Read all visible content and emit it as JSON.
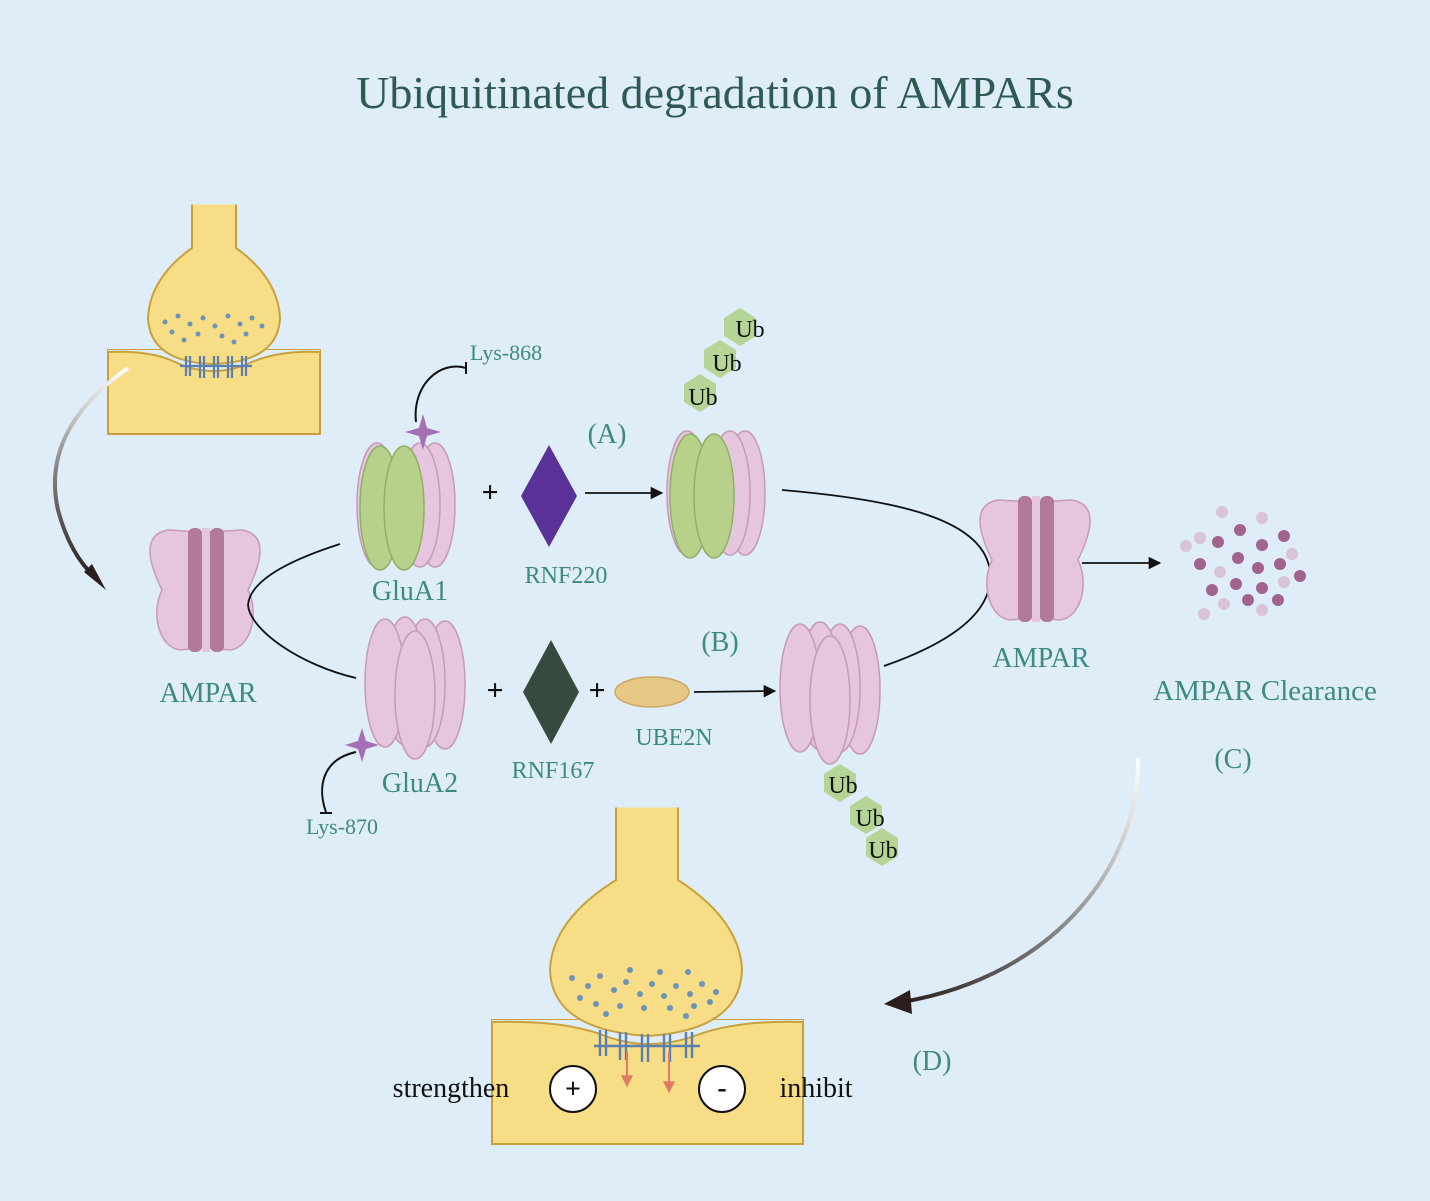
{
  "title": "Ubiquitinated degradation of AMPARs",
  "labels": {
    "ampar_left": "AMPAR",
    "ampar_right": "AMPAR",
    "glua1": "GluA1",
    "glua2": "GluA2",
    "lys868": "Lys-868",
    "lys870": "Lys-870",
    "rnf220": "RNF220",
    "rnf167": "RNF167",
    "ube2n": "UBE2N",
    "clearance": "AMPAR Clearance",
    "step_a": "(A)",
    "step_b": "(B)",
    "step_c": "(C)",
    "step_d": "(D)",
    "strengthen": "strengthen",
    "inhibit": "inhibit",
    "plus_symbol": "+",
    "minus_symbol": "-",
    "ub": "Ub"
  },
  "colors": {
    "background": "#dfedf8",
    "label_teal": "#3d8a82",
    "title_teal": "#2d5a52",
    "neuron_yellow": "#f7de86",
    "neuron_outline": "#c9a13c",
    "ampar_pink": "#e6c6de",
    "ampar_dark": "#b07a98",
    "glua1_green": "#b7d08a",
    "rnf220_purple": "#5a3297",
    "rnf167_darkgreen": "#364a3f",
    "ube2n_tan": "#e8c885",
    "ub_green": "#b5d596",
    "lysine_star": "#a46fb4",
    "arrow_red": "#e07a62",
    "clearance_dots": "#a0648f"
  }
}
